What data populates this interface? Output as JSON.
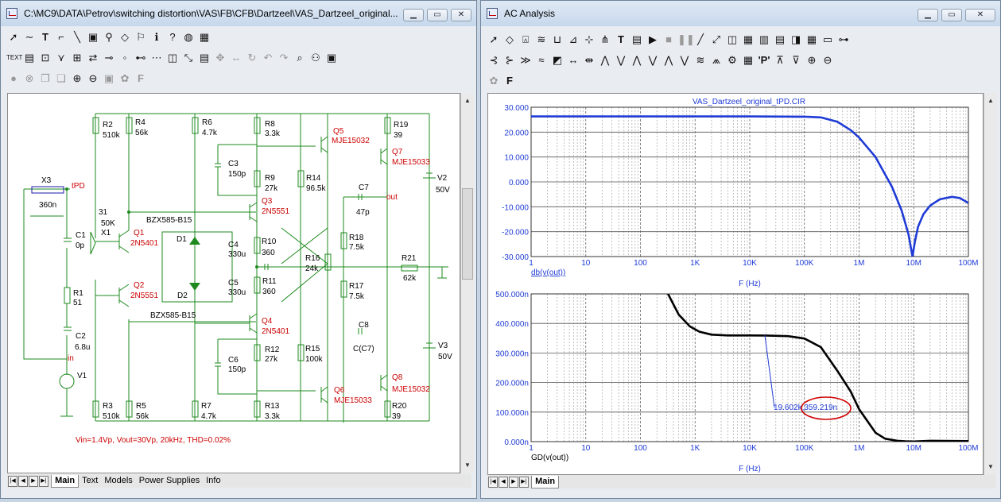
{
  "schematic_window": {
    "title": "C:\\MC9\\DATA\\Petrov\\switching distortion\\VAS\\FB\\CFB\\Dartzeel\\VAS_Dartzeel_original...",
    "tabs": [
      "Main",
      "Text",
      "Models",
      "Power Supplies",
      "Info"
    ],
    "active_tab": "Main",
    "annotation": "Vin=1.4Vp, Vout=30Vp, 20kHz, THD=0.02%",
    "components": {
      "R2": "R2",
      "R2v": "510k",
      "R4": "R4",
      "R4v": "56k",
      "R6": "R6",
      "R6v": "4.7k",
      "R8": "R8",
      "R8v": "3.3k",
      "Q5": "Q5",
      "Q5m": "MJE15032",
      "R19": "R19",
      "R19v": "39",
      "Q7": "Q7",
      "Q7m": "MJE15033",
      "V2": "V2",
      "V2v": "50V",
      "X3": "X3",
      "X3v": "360n",
      "tPD": "tPD",
      "C3": "C3",
      "C3v": "150p",
      "R9": "R9",
      "R9v": "27k",
      "R14": "R14",
      "R14v": "96.5k",
      "C7": "C7",
      "C7v": "47p",
      "out": "out",
      "Q3": "Q3",
      "Q3m": "2N5551",
      "P31": "31",
      "P50K": "50K",
      "X1": "X1",
      "BZX1": "BZX585-B15",
      "C1": "C1",
      "C1v": "0p",
      "Q1": "Q1",
      "Q1m": "2N5401",
      "D1": "D1",
      "C4": "C4",
      "C4v": "330u",
      "R10": "R10",
      "R10v": "360",
      "R18": "R18",
      "R18v": "7.5k",
      "R16": "R16",
      "R16v": "24k",
      "R21": "R21",
      "R21v": "62k",
      "R1": "R1",
      "R1v": "51",
      "Q2": "Q2",
      "Q2m": "2N5551",
      "D2": "D2",
      "C5": "C5",
      "C5v": "330u",
      "R11": "R11",
      "R11v": "360",
      "R17": "R17",
      "R17v": "7.5k",
      "BZX2": "BZX585-B15",
      "Q4": "Q4",
      "Q4m": "2N5401",
      "C8": "C8",
      "C8v": "C(C7)",
      "C2": "C2",
      "C2v": "6.8u",
      "in": "in",
      "V3": "V3",
      "V3v": "50V",
      "C6": "C6",
      "C6v": "150p",
      "R12": "R12",
      "R12v": "27k",
      "R15": "R15",
      "R15v": "100k",
      "V1": "V1",
      "Q6": "Q6",
      "Q6m": "MJE15033",
      "Q8": "Q8",
      "Q8m": "MJE15032",
      "R3": "R3",
      "R3v": "510k",
      "R5": "R5",
      "R5v": "56k",
      "R7": "R7",
      "R7v": "4.7k",
      "R13": "R13",
      "R13v": "3.3k",
      "R20": "R20",
      "R20v": "39"
    }
  },
  "analysis_window": {
    "title": "AC Analysis",
    "plot_title": "VAS_Dartzeel_original_tPD.CIR",
    "tabs": [
      "Main"
    ],
    "active_tab": "Main",
    "cursor_readout": "19.602k,359.219n"
  },
  "chart_data": [
    {
      "type": "line",
      "title": "VAS_Dartzeel_original_tPD.CIR",
      "xlabel": "F (Hz)",
      "ylabel": "db(v(out))",
      "x_scale": "log",
      "xlim": [
        1,
        100000000
      ],
      "ylim": [
        -30,
        30
      ],
      "x_tick_labels": [
        "1",
        "10",
        "100",
        "1K",
        "10K",
        "100K",
        "1M",
        "10M",
        "100M"
      ],
      "y_tick_labels": [
        "30.000",
        "20.000",
        "10.000",
        "0.000",
        "-10.000",
        "-20.000",
        "-30.000"
      ],
      "grid": true,
      "color": "#1f3bd6",
      "series": [
        {
          "name": "db(v(out))",
          "x": [
            1,
            10,
            100,
            1000,
            10000,
            100000,
            200000,
            400000,
            700000,
            1000000,
            2000000,
            4000000,
            6000000,
            8000000,
            9500000,
            10500000,
            12000000,
            15000000,
            20000000,
            30000000,
            50000000,
            70000000,
            100000000
          ],
          "y": [
            26.3,
            26.3,
            26.3,
            26.3,
            26.3,
            26.2,
            25.9,
            24.2,
            20.8,
            17.8,
            10.0,
            -2.0,
            -11.5,
            -21.0,
            -30.0,
            -24.0,
            -18.0,
            -13.0,
            -9.5,
            -7.0,
            -6.0,
            -6.5,
            -8.5
          ]
        }
      ]
    },
    {
      "type": "line",
      "xlabel": "F (Hz)",
      "ylabel": "GD(v(out))",
      "x_scale": "log",
      "xlim": [
        1,
        100000000
      ],
      "ylim": [
        0,
        500
      ],
      "y_unit": "n",
      "x_tick_labels": [
        "1",
        "10",
        "100",
        "1K",
        "10K",
        "100K",
        "1M",
        "10M",
        "100M"
      ],
      "y_tick_labels": [
        "500.000n",
        "400.000n",
        "300.000n",
        "200.000n",
        "100.000n",
        "0.000n"
      ],
      "grid": true,
      "color": "#000000",
      "series": [
        {
          "name": "GD(v(out))",
          "x": [
            320,
            500,
            800,
            1200,
            2000,
            4000,
            10000,
            19602,
            50000,
            100000,
            200000,
            400000,
            700000,
            1000000,
            2000000,
            3000000,
            5000000,
            7000000,
            10000000,
            20000000,
            100000000
          ],
          "y": [
            500,
            430,
            390,
            372,
            362,
            359.5,
            359.3,
            359.219,
            357,
            349,
            320,
            240,
            170,
            110,
            30,
            10,
            3,
            1,
            0.5,
            3,
            2
          ]
        }
      ]
    }
  ]
}
